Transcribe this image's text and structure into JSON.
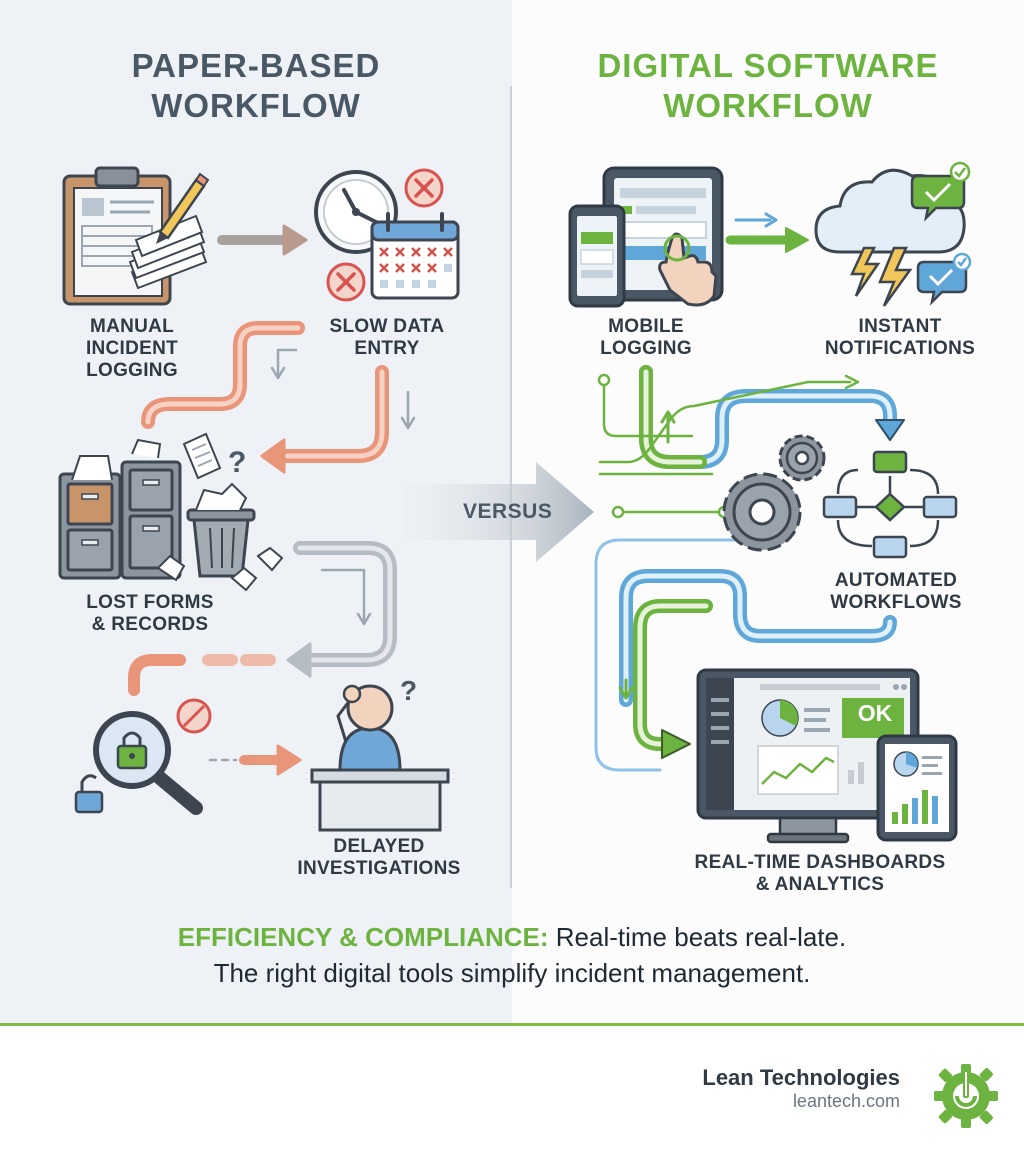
{
  "left_panel": {
    "heading_line1": "PAPER-BASED",
    "heading_line2": "WORKFLOW",
    "steps": [
      {
        "line1": "MANUAL",
        "line2": "INCIDENT",
        "line3": "LOGGING"
      },
      {
        "line1": "SLOW DATA",
        "line2": "ENTRY"
      },
      {
        "line1": "LOST FORMS",
        "line2": "& RECORDS"
      },
      {
        "line1": "DELAYED",
        "line2": "INVESTIGATIONS"
      }
    ]
  },
  "right_panel": {
    "heading_line1": "DIGITAL SOFTWARE",
    "heading_line2": "WORKFLOW",
    "steps": [
      {
        "line1": "MOBILE",
        "line2": "LOGGING"
      },
      {
        "line1": "INSTANT",
        "line2": "NOTIFICATIONS"
      },
      {
        "line1": "AUTOMATED",
        "line2": "WORKFLOWS"
      },
      {
        "line1": "REAL-TIME DASHBOARDS",
        "line2": "& ANALYTICS"
      }
    ],
    "dashboard_ok": "OK"
  },
  "versus": "VERSUS",
  "summary": {
    "accent": "EFFICIENCY & COMPLIANCE:",
    "line1_rest": " Real-time beats real-late.",
    "line2": "The right digital tools simplify incident management."
  },
  "brand": {
    "name": "Lean Technologies",
    "url": "leantech.com"
  },
  "colors": {
    "brand_green": "#6db33f",
    "slate": "#4a5866",
    "paper_orange": "#e8957a",
    "digital_blue": "#5fa6d9"
  }
}
